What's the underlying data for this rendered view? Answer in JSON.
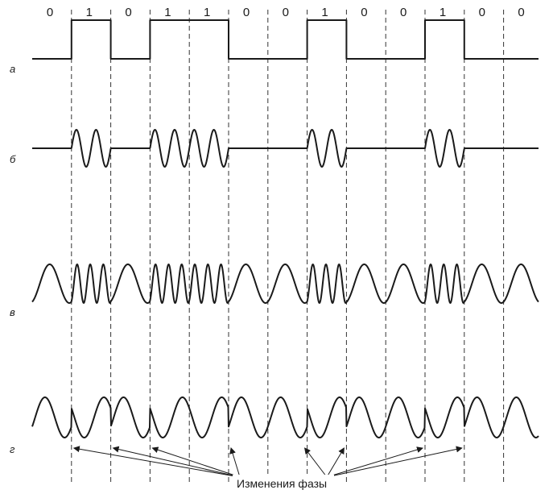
{
  "bits": [
    "0",
    "1",
    "0",
    "1",
    "1",
    "0",
    "0",
    "1",
    "0",
    "0",
    "1",
    "0",
    "0"
  ],
  "rows": [
    {
      "id": "a",
      "label": "а",
      "kind": "digital"
    },
    {
      "id": "b",
      "label": "б",
      "kind": "amplitude"
    },
    {
      "id": "c",
      "label": "в",
      "kind": "frequency"
    },
    {
      "id": "d",
      "label": "г",
      "kind": "phase"
    }
  ],
  "annotation": {
    "text": "Изменения фазы",
    "phase_change_count": 8
  },
  "colors": {
    "stroke": "#1a1a1a",
    "grid": "#333333",
    "background": "#ffffff"
  }
}
